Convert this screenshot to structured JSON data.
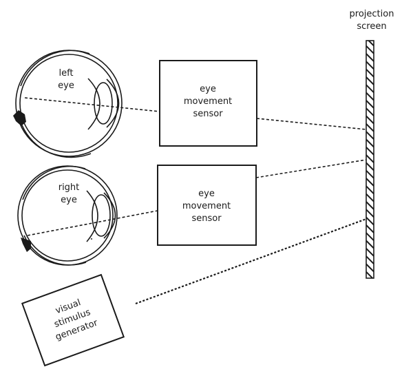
{
  "projection_screen": {
    "line1": "projection",
    "line2": "screen"
  },
  "left_eye": {
    "line1": "left",
    "line2": "eye"
  },
  "right_eye": {
    "line1": "right",
    "line2": "eye"
  },
  "sensor_top": {
    "line1": "eye",
    "line2": "movement",
    "line3": "sensor"
  },
  "sensor_bottom": {
    "line1": "eye",
    "line2": "movement",
    "line3": "sensor"
  },
  "generator": {
    "line1": "visual",
    "line2": "stimulus",
    "line3": "generator"
  }
}
